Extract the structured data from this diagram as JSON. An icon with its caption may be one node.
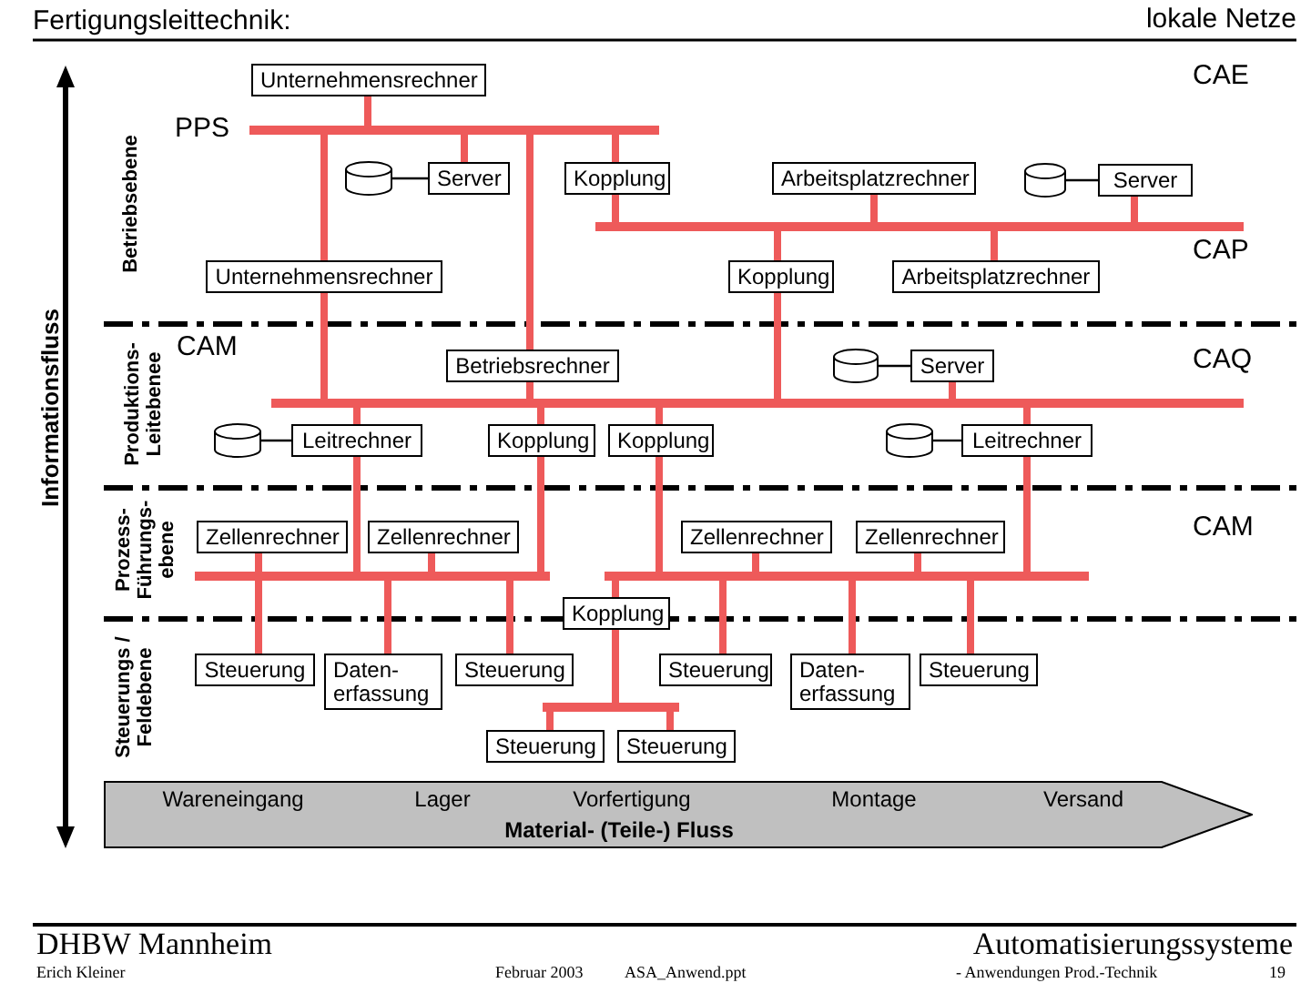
{
  "diagram": {
    "title": "Fertigungsleittechnik:",
    "nodes": [
      {
        "text": [
          "Unternehmensrechner"
        ]
      },
      {
        "text": [],
        "shape": "bar",
        "beside": [
          "PPS"
        ]
      },
      {
        "text": [],
        "shape": "cylinder"
      },
      {
        "text": [
          "Server"
        ]
      },
      {
        "text": [
          "Kopplung"
        ]
      },
      {
        "text": [
          "Arbeitsplatzrechner"
        ]
      },
      {
        "text": [],
        "shape": "cylinder"
      },
      {
        "text": [
          "Server"
        ]
      },
      {
        "text": [],
        "shape": "bar"
      },
      {
        "text": [
          "Unternehmensrechner"
        ]
      },
      {
        "text": [
          "Kopplung"
        ]
      },
      {
        "text": [
          "Arbeitsplatzrechner"
        ]
      },
      {
        "text": [
          "Betriebsrechner"
        ]
      },
      {
        "text": [],
        "shape": "cylinder"
      },
      {
        "text": [
          "Server"
        ]
      },
      {
        "text": [],
        "shape": "bar"
      },
      {
        "text": [],
        "shape": "cylinder"
      },
      {
        "text": [
          "Leitrechner"
        ]
      },
      {
        "text": [
          "Kopplung"
        ]
      },
      {
        "text": [
          "Kopplung"
        ]
      },
      {
        "text": [],
        "shape": "cylinder"
      },
      {
        "text": [
          "Leitrechner"
        ]
      },
      {
        "text": [
          "Zellenrechner"
        ]
      },
      {
        "text": [
          "Zellenrechner"
        ]
      },
      {
        "text": [
          "Zellenrechner"
        ]
      },
      {
        "text": [
          "Zellenrechner"
        ]
      },
      {
        "text": [],
        "shape": "bar"
      },
      {
        "text": [],
        "shape": "bar"
      },
      {
        "text": [
          "Kopplung"
        ]
      },
      {
        "text": [
          "Steuerung"
        ]
      },
      {
        "text": [
          "Daten- erfassung"
        ]
      },
      {
        "text": [
          "Steuerung"
        ]
      },
      {
        "text": [
          "Steuerung"
        ]
      },
      {
        "text": [
          "Daten- erfassung"
        ]
      },
      {
        "text": [
          "Steuerung"
        ]
      },
      {
        "text": [],
        "shape": "bar"
      },
      {
        "text": [
          "Steuerung"
        ]
      },
      {
        "text": [
          "Steuerung"
        ]
      },
      {
        "text": [
          "Wareneingang",
          "Lager",
          "Vorfertigung",
          "Montage",
          "Versand",
          "Material- (Teile-) Fluss"
        ]
      }
    ],
    "edges": [
      {
        "from": 0,
        "to": 1,
        "arrow": "none"
      },
      {
        "from": 1,
        "to": 9,
        "arrow": "none"
      },
      {
        "from": 9,
        "to": 15,
        "arrow": "none"
      },
      {
        "from": 1,
        "to": 3,
        "arrow": "none"
      },
      {
        "from": 1,
        "to": 12,
        "arrow": "none"
      },
      {
        "from": 12,
        "to": 15,
        "arrow": "none"
      },
      {
        "from": 1,
        "to": 4,
        "arrow": "none"
      },
      {
        "from": 4,
        "to": 8,
        "arrow": "none"
      },
      {
        "from": 2,
        "to": 3,
        "arrow": "none",
        "color": "#000000"
      },
      {
        "from": 5,
        "to": 8,
        "arrow": "none"
      },
      {
        "from": 6,
        "to": 7,
        "arrow": "none",
        "color": "#000000"
      },
      {
        "from": 7,
        "to": 8,
        "arrow": "none"
      },
      {
        "from": 8,
        "to": 10,
        "arrow": "none"
      },
      {
        "from": 8,
        "to": 11,
        "arrow": "none"
      },
      {
        "from": 10,
        "to": 15,
        "arrow": "none"
      },
      {
        "from": 13,
        "to": 14,
        "arrow": "none",
        "color": "#000000"
      },
      {
        "from": 14,
        "to": 15,
        "arrow": "none"
      },
      {
        "from": 15,
        "to": 17,
        "arrow": "none"
      },
      {
        "from": 17,
        "to": 26,
        "arrow": "none"
      },
      {
        "from": 15,
        "to": 18,
        "arrow": "none"
      },
      {
        "from": 18,
        "to": 26,
        "arrow": "none"
      },
      {
        "from": 15,
        "to": 19,
        "arrow": "none"
      },
      {
        "from": 19,
        "to": 27,
        "arrow": "none"
      },
      {
        "from": 15,
        "to": 21,
        "arrow": "none"
      },
      {
        "from": 21,
        "to": 27,
        "arrow": "none"
      },
      {
        "from": 16,
        "to": 17,
        "arrow": "none",
        "color": "#000000"
      },
      {
        "from": 20,
        "to": 21,
        "arrow": "none",
        "color": "#000000"
      },
      {
        "from": 22,
        "to": 26,
        "arrow": "none"
      },
      {
        "from": 23,
        "to": 26,
        "arrow": "none"
      },
      {
        "from": 24,
        "to": 27,
        "arrow": "none"
      },
      {
        "from": 25,
        "to": 27,
        "arrow": "none"
      },
      {
        "from": 26,
        "to": 29,
        "arrow": "none"
      },
      {
        "from": 26,
        "to": 30,
        "arrow": "none"
      },
      {
        "from": 26,
        "to": 31,
        "arrow": "none"
      },
      {
        "from": 27,
        "to": 28,
        "arrow": "none"
      },
      {
        "from": 28,
        "to": 35,
        "arrow": "none"
      },
      {
        "from": 27,
        "to": 32,
        "arrow": "none"
      },
      {
        "from": 27,
        "to": 33,
        "arrow": "none"
      },
      {
        "from": 27,
        "to": 34,
        "arrow": "none"
      },
      {
        "from": 35,
        "to": 36,
        "arrow": "none"
      },
      {
        "from": 35,
        "to": 37,
        "arrow": "none"
      }
    ],
    "labels": [
      "lokale Netze",
      "CAE",
      "CAP",
      "CAQ",
      "CAM",
      "CAM",
      "Betriebsebene",
      "Produktions- Leitebenee",
      "Prozess- Führungs- ebene",
      "Steuerungs / Feldebene",
      "Informationsfluss",
      "DHBW Mannheim",
      "Automatisierungssysteme",
      "Erich Kleiner",
      "Februar 2003",
      "ASA_Anwend.ppt",
      "- Anwendungen Prod.-Technik",
      "19"
    ]
  }
}
